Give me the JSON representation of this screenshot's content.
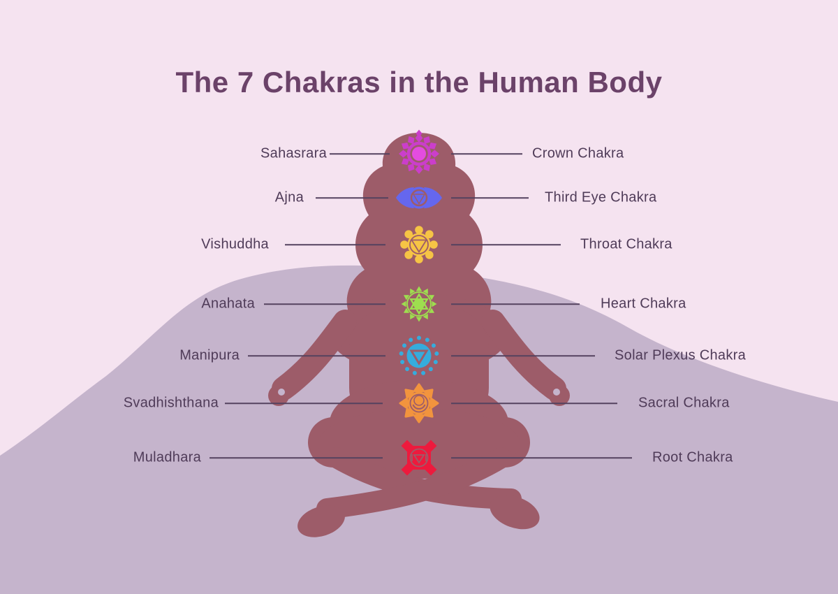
{
  "title": "The 7 Chakras in the Human Body",
  "colors": {
    "background": "#f5e3f0",
    "hill": "#c5b4cc",
    "figure": "#9d5c69",
    "line": "#55425f",
    "label": "#4f3b58",
    "title": "#6b4269"
  },
  "chakras": [
    {
      "id": "sahasrara",
      "sanskrit": "Sahasrara",
      "english": "Crown Chakra",
      "color": "#cb3ecb",
      "accent": "#e44ce0"
    },
    {
      "id": "ajna",
      "sanskrit": "Ajna",
      "english": "Third Eye Chakra",
      "color": "#6567ee"
    },
    {
      "id": "vishuddha",
      "sanskrit": "Vishuddha",
      "english": "Throat Chakra",
      "color": "#f6c445"
    },
    {
      "id": "anahata",
      "sanskrit": "Anahata",
      "english": "Heart Chakra",
      "color": "#9ede4f"
    },
    {
      "id": "manipura",
      "sanskrit": "Manipura",
      "english": "Solar Plexus Chakra",
      "color": "#35acdd"
    },
    {
      "id": "svadhishthana",
      "sanskrit": "Svadhishthana",
      "english": "Sacral Chakra",
      "color": "#f2943e"
    },
    {
      "id": "muladhara",
      "sanskrit": "Muladhara",
      "english": "Root Chakra",
      "color": "#ed1a3d"
    }
  ]
}
